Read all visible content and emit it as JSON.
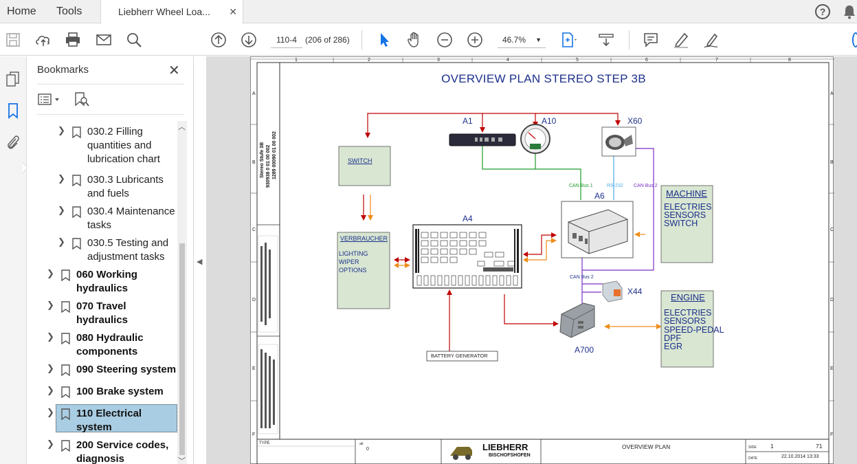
{
  "menubar": {
    "home": "Home",
    "tools": "Tools",
    "doc_tab": "Liebherr Wheel Loa...",
    "doc_tab_close": "✕",
    "help": "?"
  },
  "toolbar": {
    "page_label": "110-4",
    "page_count": "(206 of 286)",
    "zoom": "46.7%"
  },
  "bookmarks": {
    "title": "Bookmarks",
    "close": "✕",
    "items": [
      {
        "line1": "030.2 Filling",
        "line2": "quantities and",
        "line3": "lubrication chart"
      },
      {
        "line1": "030.3 Lubricants",
        "line2": "and fuels"
      },
      {
        "line1": "030.4 Maintenance",
        "line2": "tasks"
      },
      {
        "line1": "030.5 Testing and",
        "line2": "adjustment tasks"
      },
      {
        "line1": "060 Working",
        "line2": "hydraulics"
      },
      {
        "line1": "070 Travel",
        "line2": "hydraulics"
      },
      {
        "line1": "080 Hydraulic",
        "line2": "components"
      },
      {
        "line1": "090 Steering system"
      },
      {
        "line1": "100 Brake system"
      },
      {
        "line1": "110 Electrical",
        "line2": "system"
      },
      {
        "line1": "200 Service codes,",
        "line2": "diagnosis"
      }
    ]
  },
  "page": {
    "title": "OVERVIEW PLAN STEREO STEP 3B",
    "col_numbers": [
      "1",
      "2",
      "3",
      "4",
      "5",
      "6",
      "7",
      "8"
    ],
    "row_letters": [
      "A",
      "B",
      "C",
      "D",
      "E",
      "F"
    ],
    "labels": {
      "a1": "A1",
      "a10": "A10",
      "x60": "X60",
      "a6": "A6",
      "a4": "A4",
      "x44": "X44",
      "a700": "A700"
    },
    "switch_box": "SWITCH",
    "verbraucher": {
      "title": "VERBRAUCHER",
      "l1": "LIGHTING",
      "l2": "WIPER",
      "l3": "OPTIONS"
    },
    "machine": {
      "title": "MACHINE",
      "l1": "ELECTRIES",
      "l2": "SENSORS",
      "l3": "SWITCH"
    },
    "engine": {
      "title": "ENGINE",
      "l1": "ELECTRIES",
      "l2": "SENSORS",
      "l3": "SPEED-PEDAL",
      "l4": "DPF",
      "l5": "EGR"
    },
    "battery": "BATTERY GENERATOR",
    "bus": {
      "can1": "CAN Bus 1",
      "rs232": "RS-232",
      "can2_top": "CAN Bus 2",
      "can2_bottom": "CAN Bus 2"
    },
    "side_text": {
      "l1": "Stereo Stufe 3B",
      "l2": "930938 0 01 00 002",
      "l3": "1289 00090 01 00 002"
    },
    "title_block": {
      "type_label": "TYPE",
      "ab_label": "ab",
      "ab_val": "0",
      "brand": "LIEBHERR",
      "brand_sub": "BISCHOFSHOFEN",
      "plan": "OVERVIEW PLAN",
      "side_label": "SIDE",
      "side_val": "1",
      "side_total": "71",
      "date_label": "DATE",
      "date_val": "22.10.2014  13:33"
    }
  },
  "colors": {
    "accent": "#1473e6",
    "selected": "#a9cde3",
    "diagram_blue": "#1c2f8a",
    "box_fill": "#d8e6d2",
    "wire_red": "#c00000",
    "wire_green": "#1e9b2a",
    "wire_purple": "#7a2fc4",
    "wire_orange": "#f08c1a",
    "wire_lightblue": "#4aa8e8"
  }
}
